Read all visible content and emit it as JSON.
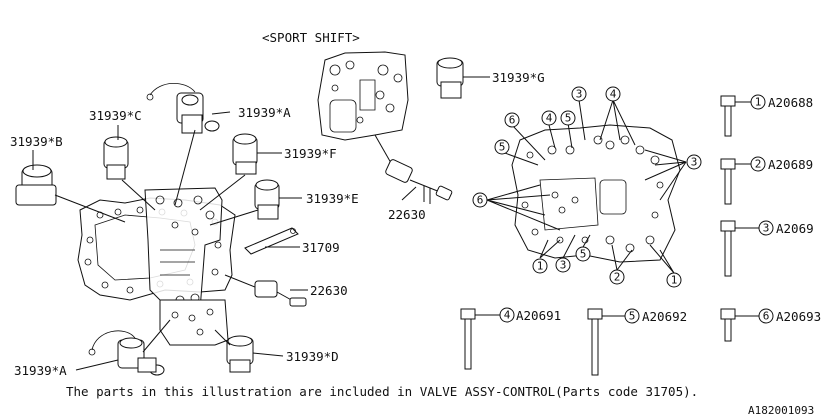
{
  "diagram": {
    "sport_shift_label": "<SPORT SHIFT>",
    "parts": {
      "sol_a_top": "31939*A",
      "sol_c": "31939*C",
      "sol_b": "31939*B",
      "sol_f": "31939*F",
      "sol_e": "31939*E",
      "sol_g": "31939*G",
      "plate": "31709",
      "harness_top": "22630",
      "harness_bottom": "22630",
      "sol_a_bottom": "31939*A",
      "sol_d": "31939*D"
    },
    "callout_numbers": [
      "1",
      "2",
      "3",
      "4",
      "5",
      "6"
    ],
    "bolts": [
      {
        "num": "1",
        "code": "A20688"
      },
      {
        "num": "2",
        "code": "A20689"
      },
      {
        "num": "3",
        "code": "A2069"
      },
      {
        "num": "4",
        "code": "A20691"
      },
      {
        "num": "5",
        "code": "A20692"
      },
      {
        "num": "6",
        "code": "A20693"
      }
    ],
    "caption": "The parts in this illustration are included in VALVE ASSY-CONTROL(Parts code 31705).",
    "figure_id": "A182001093"
  }
}
